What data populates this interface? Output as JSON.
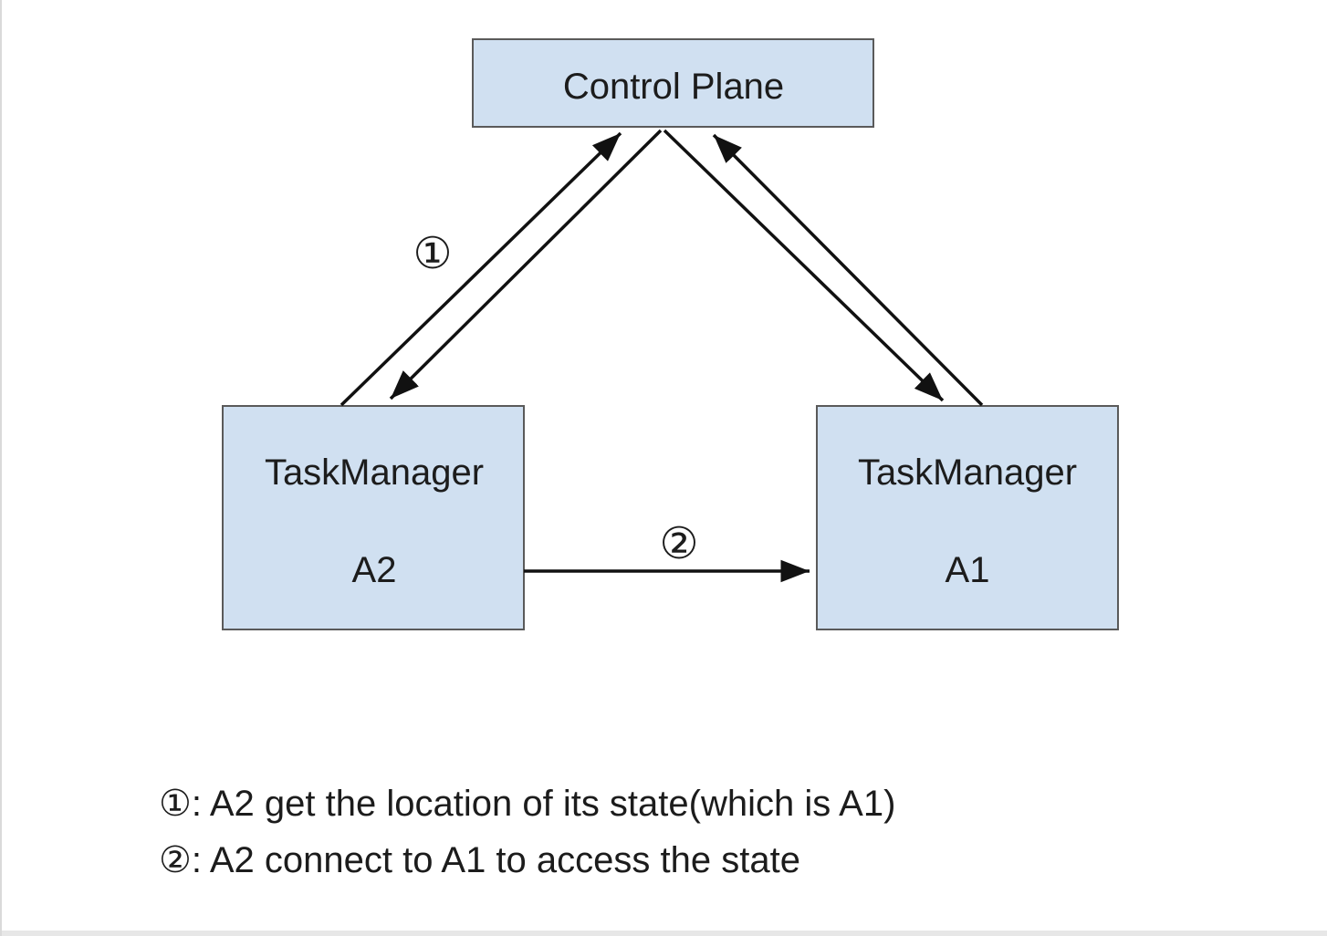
{
  "nodes": {
    "control_plane": {
      "label": "Control Plane"
    },
    "tm_a2": {
      "line1": "TaskManager",
      "line2": "A2"
    },
    "tm_a1": {
      "line1": "TaskManager",
      "line2": "A1"
    }
  },
  "markers": {
    "step1": "①",
    "step2": "②"
  },
  "legend": [
    {
      "marker": "①",
      "text": ": A2 get the location of its state(which is A1)"
    },
    {
      "marker": "②",
      "text": ": A2 connect to A1 to access the state"
    }
  ],
  "colors": {
    "box_fill": "#d0e0f1",
    "box_stroke": "#5a5a5a",
    "line": "#111111",
    "text": "#1c1c1c"
  }
}
